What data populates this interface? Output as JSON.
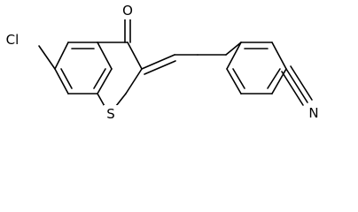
{
  "molecule": {
    "atom_labels": {
      "chlorine": "Cl",
      "oxygen": "O",
      "sulfur": "S",
      "nitrogen": "N"
    },
    "colors": {
      "bond": "#000000",
      "label": "#000000",
      "background": "#ffffff"
    }
  }
}
